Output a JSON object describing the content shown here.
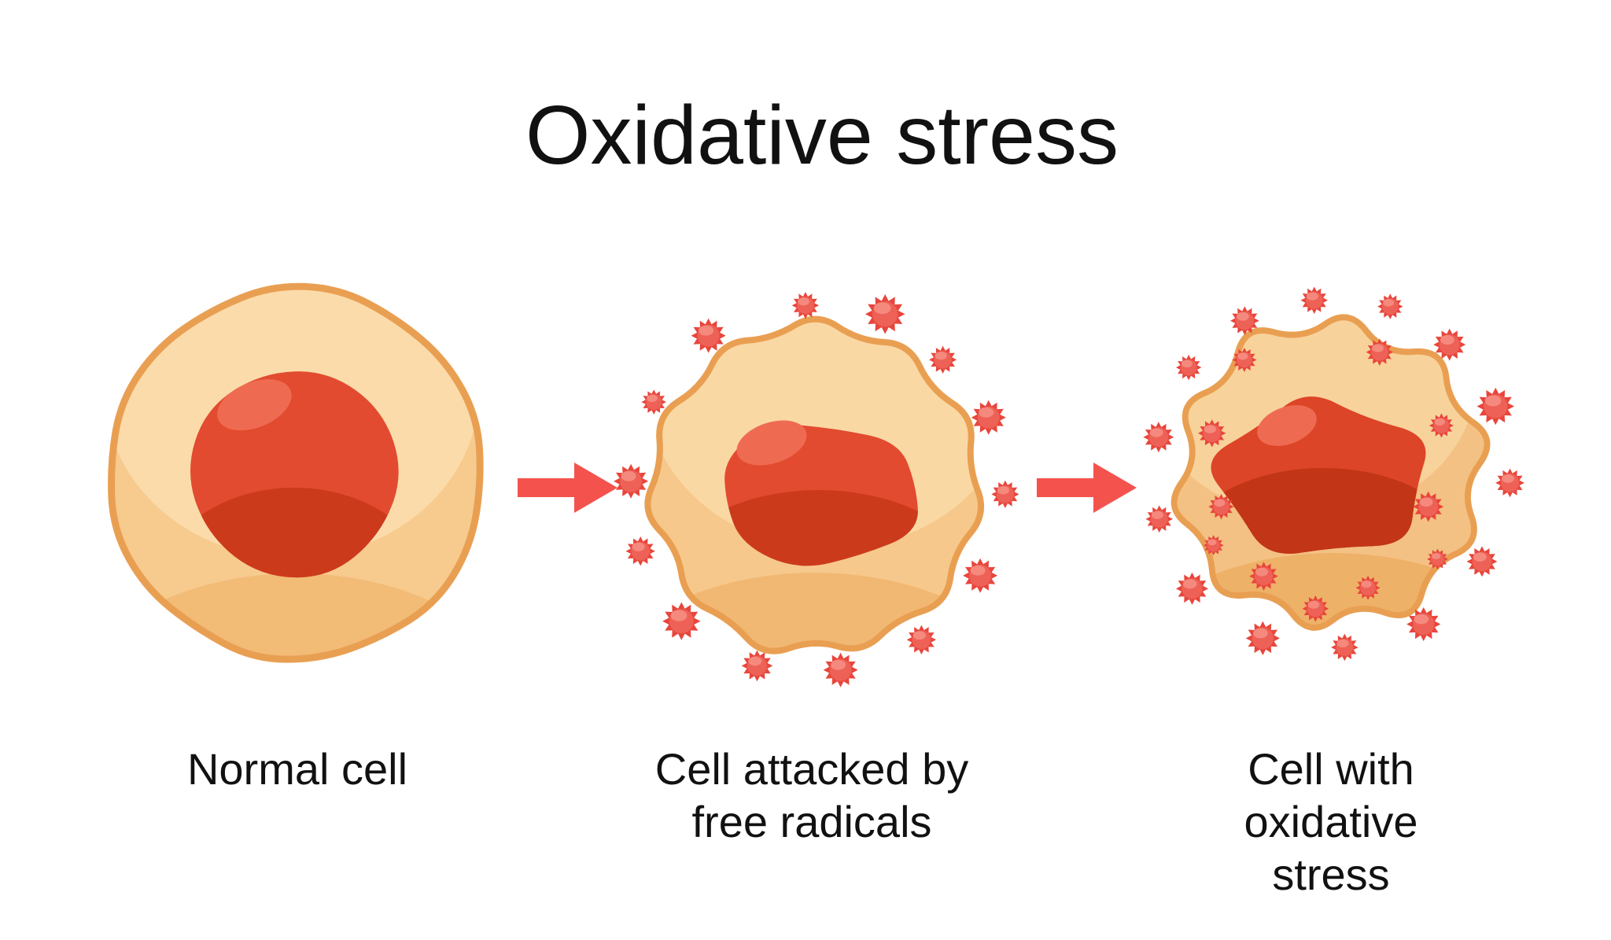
{
  "title": "Oxidative stress",
  "stages": [
    {
      "label": "Normal cell"
    },
    {
      "label": "Cell attacked by\nfree radicals"
    },
    {
      "label": "Cell with oxidative\nstress"
    }
  ],
  "colors": {
    "background": "#FFFFFF",
    "text": "#111111",
    "arrow": "#F4534D",
    "membrane_outline": "#E99F52",
    "cytoplasm": "#F7CA8E",
    "cytoplasm_light": "#FBDBAA",
    "cytoplasm_shade": "#F2BB76",
    "cytoplasm_cell3": "#F3C183",
    "nucleus": "#E24B2F",
    "nucleus_dark": "#CC3A1C",
    "nucleus_highlight": "#EE6B52",
    "free_radical": "#E8463C",
    "free_radical_core": "#EE6156",
    "free_radical_highlight": "#F5897E"
  }
}
